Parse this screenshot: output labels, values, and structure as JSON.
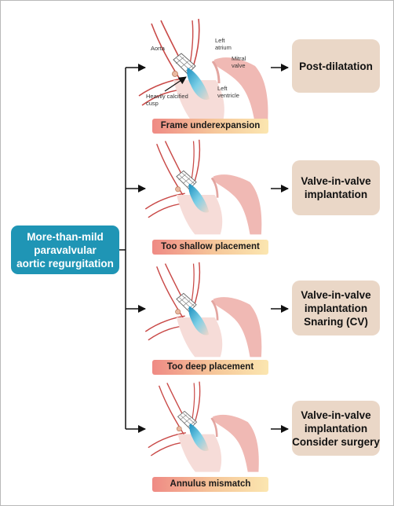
{
  "cause": {
    "lines": [
      "More-than-mild",
      "paravalvular",
      "aortic regurgitation"
    ]
  },
  "anatomy_labels": {
    "aorta": "Aorta",
    "left_atrium": [
      "Left",
      "atrium"
    ],
    "mitral_valve": [
      "Mitral",
      "valve"
    ],
    "left_ventricle": [
      "Left",
      "ventricle"
    ],
    "calcified_cusp": [
      "Heavily calcified",
      "cusp"
    ]
  },
  "mechanisms": [
    {
      "label": "Frame underexpansion",
      "action": [
        "Post-dilatation"
      ]
    },
    {
      "label": "Too shallow placement",
      "action": [
        "Valve-in-valve",
        "implantation"
      ]
    },
    {
      "label": "Too deep placement",
      "action": [
        "Valve-in-valve",
        "implantation",
        "Snaring (CV)"
      ]
    },
    {
      "label": "Annulus mismatch",
      "action": [
        "Valve-in-valve",
        "implantation",
        "Consider surgery"
      ]
    }
  ],
  "colors": {
    "cause_box": "#1f95b5",
    "action_box": "#ead7c7",
    "tag_start": "#ef8a84",
    "tag_end": "#fbe6b0",
    "vessel": "#c94a48"
  }
}
